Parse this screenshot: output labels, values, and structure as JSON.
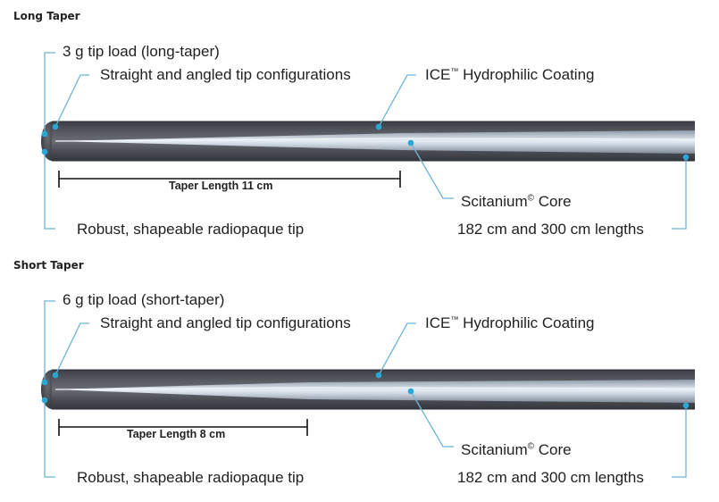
{
  "sections": [
    {
      "heading": "Long Taper",
      "tip_load": "3 g tip load (long-taper)",
      "tip_config": "Straight and angled tip configurations",
      "coating_name": "ICE",
      "coating_mark": "™",
      "coating_rest": " Hydrophilic Coating",
      "taper_length": "Taper Length 11 cm",
      "core_name": "Scitanium",
      "core_mark": "©",
      "core_rest": " Core",
      "tip": "Robust, shapeable radiopaque tip",
      "lengths": "182 cm and 300 cm lengths"
    },
    {
      "heading": "Short Taper",
      "tip_load": "6 g tip load (short-taper)",
      "tip_config": "Straight and angled tip configurations",
      "coating_name": "ICE",
      "coating_mark": "™",
      "coating_rest": " Hydrophilic Coating",
      "taper_length": "Taper Length 8 cm",
      "core_name": "Scitanium",
      "core_mark": "©",
      "core_rest": " Core",
      "tip": "Robust, shapeable radiopaque tip",
      "lengths": "182 cm and 300 cm lengths"
    }
  ],
  "colors": {
    "wire_dark": "#4a4d55",
    "core_light": "#c9d3df",
    "callout_dot": "#29a8d8",
    "leader_line": "#6fb5d4"
  }
}
